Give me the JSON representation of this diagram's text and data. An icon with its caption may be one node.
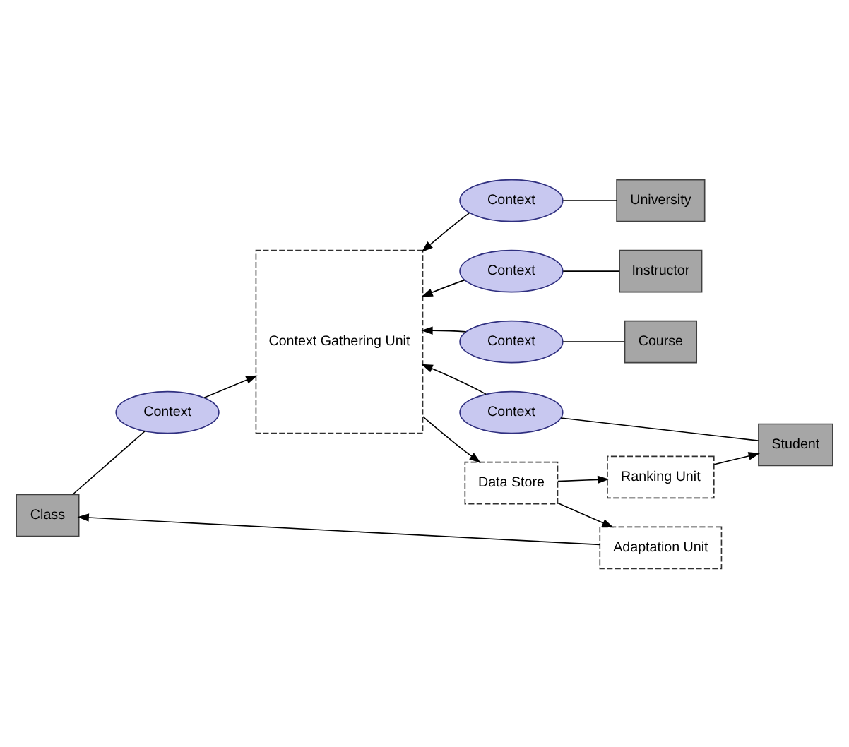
{
  "diagram": {
    "nodes": [
      {
        "text": [
          "Class"
        ]
      },
      {
        "text": [
          "Context"
        ]
      },
      {
        "text": [
          "Context Gathering Unit"
        ]
      },
      {
        "text": [
          "Context"
        ]
      },
      {
        "text": [
          "University"
        ]
      },
      {
        "text": [
          "Context"
        ]
      },
      {
        "text": [
          "Instructor"
        ]
      },
      {
        "text": [
          "Context"
        ]
      },
      {
        "text": [
          "Course"
        ]
      },
      {
        "text": [
          "Context"
        ]
      },
      {
        "text": [
          "Student"
        ]
      },
      {
        "text": [
          "Adaptation Unit"
        ]
      },
      {
        "text": [
          "Data Store"
        ]
      },
      {
        "text": [
          "Ranking Unit"
        ]
      }
    ],
    "edges": [
      {
        "from": 0,
        "to": 1,
        "arrow": "none"
      },
      {
        "from": 1,
        "to": 2,
        "arrow": "to"
      },
      {
        "from": 3,
        "to": 4,
        "arrow": "none"
      },
      {
        "from": 3,
        "to": 2,
        "arrow": "to"
      },
      {
        "from": 5,
        "to": 6,
        "arrow": "none"
      },
      {
        "from": 5,
        "to": 2,
        "arrow": "to"
      },
      {
        "from": 7,
        "to": 8,
        "arrow": "none"
      },
      {
        "from": 7,
        "to": 2,
        "arrow": "to"
      },
      {
        "from": 9,
        "to": 10,
        "arrow": "none"
      },
      {
        "from": 9,
        "to": 2,
        "arrow": "to"
      },
      {
        "from": 2,
        "to": 12,
        "arrow": "to"
      },
      {
        "from": 12,
        "to": 11,
        "arrow": "to"
      },
      {
        "from": 12,
        "to": 13,
        "arrow": "to"
      },
      {
        "from": 11,
        "to": 0,
        "arrow": "to"
      },
      {
        "from": 13,
        "to": 10,
        "arrow": "to"
      }
    ]
  }
}
